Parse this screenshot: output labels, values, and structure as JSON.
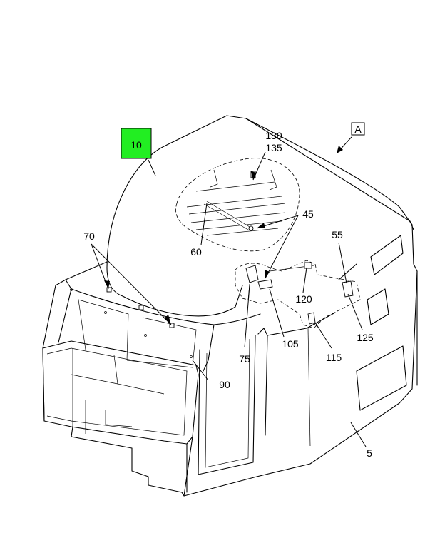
{
  "callouts": {
    "c10": "10",
    "c5": "5",
    "c45": "45",
    "c55": "55",
    "c60": "60",
    "c70": "70",
    "c75": "75",
    "c90": "90",
    "c105": "105",
    "c115": "115",
    "c120": "120",
    "c125": "125",
    "c130": "130",
    "c135": "135"
  },
  "view_ref": "A",
  "highlight_color": "#22ee22"
}
